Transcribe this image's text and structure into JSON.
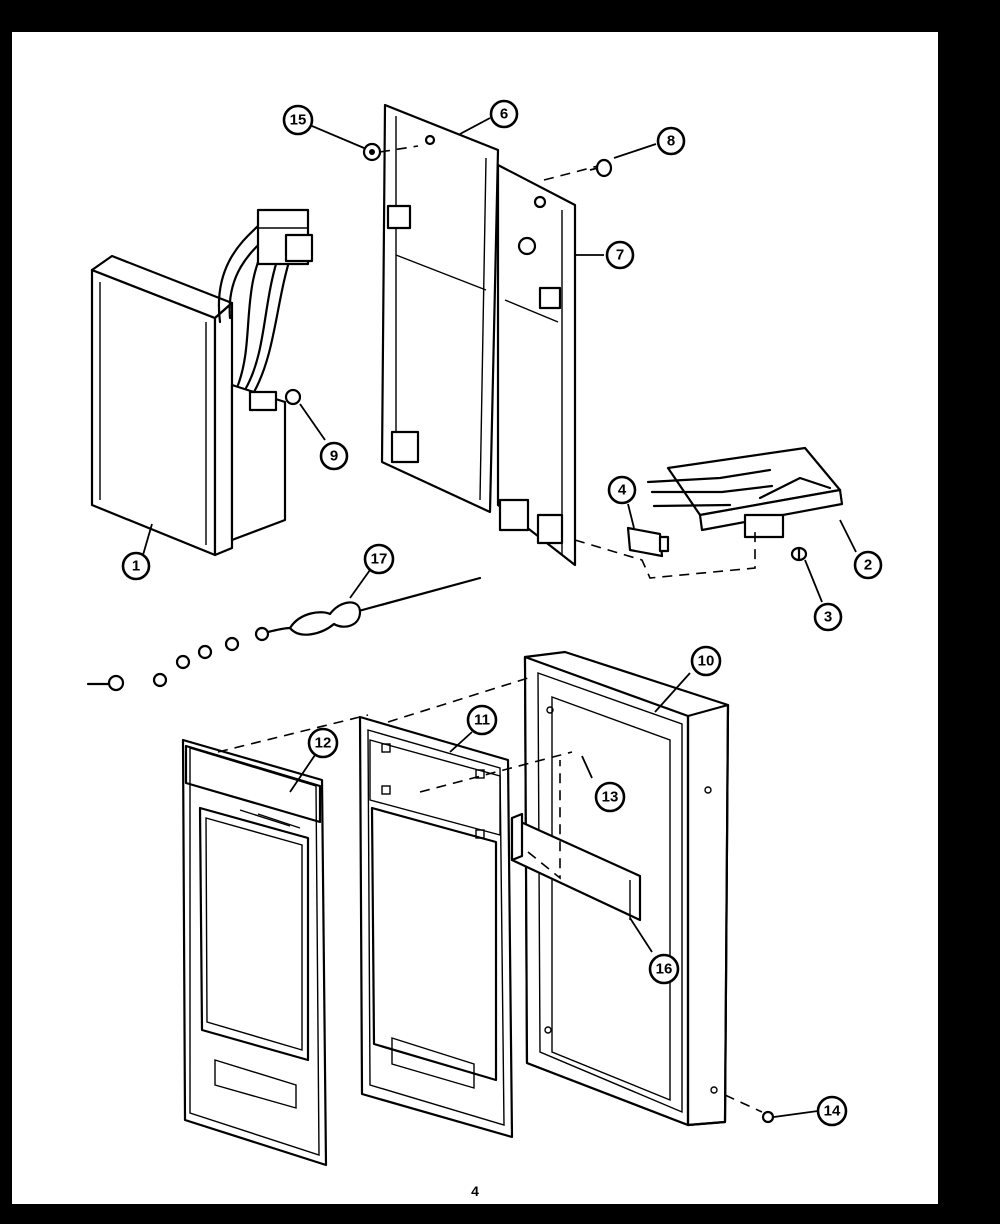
{
  "page": {
    "number": "4"
  },
  "callouts": {
    "c1": "1",
    "c2": "2",
    "c3": "3",
    "c4": "4",
    "c6": "6",
    "c7": "7",
    "c8": "8",
    "c9": "9",
    "c10": "10",
    "c11": "11",
    "c12": "12",
    "c13": "13",
    "c14": "14",
    "c15": "15",
    "c16": "16",
    "c17": "17"
  },
  "colors": {
    "ink": "#000000",
    "paper": "#ffffff",
    "border": "#000000"
  }
}
